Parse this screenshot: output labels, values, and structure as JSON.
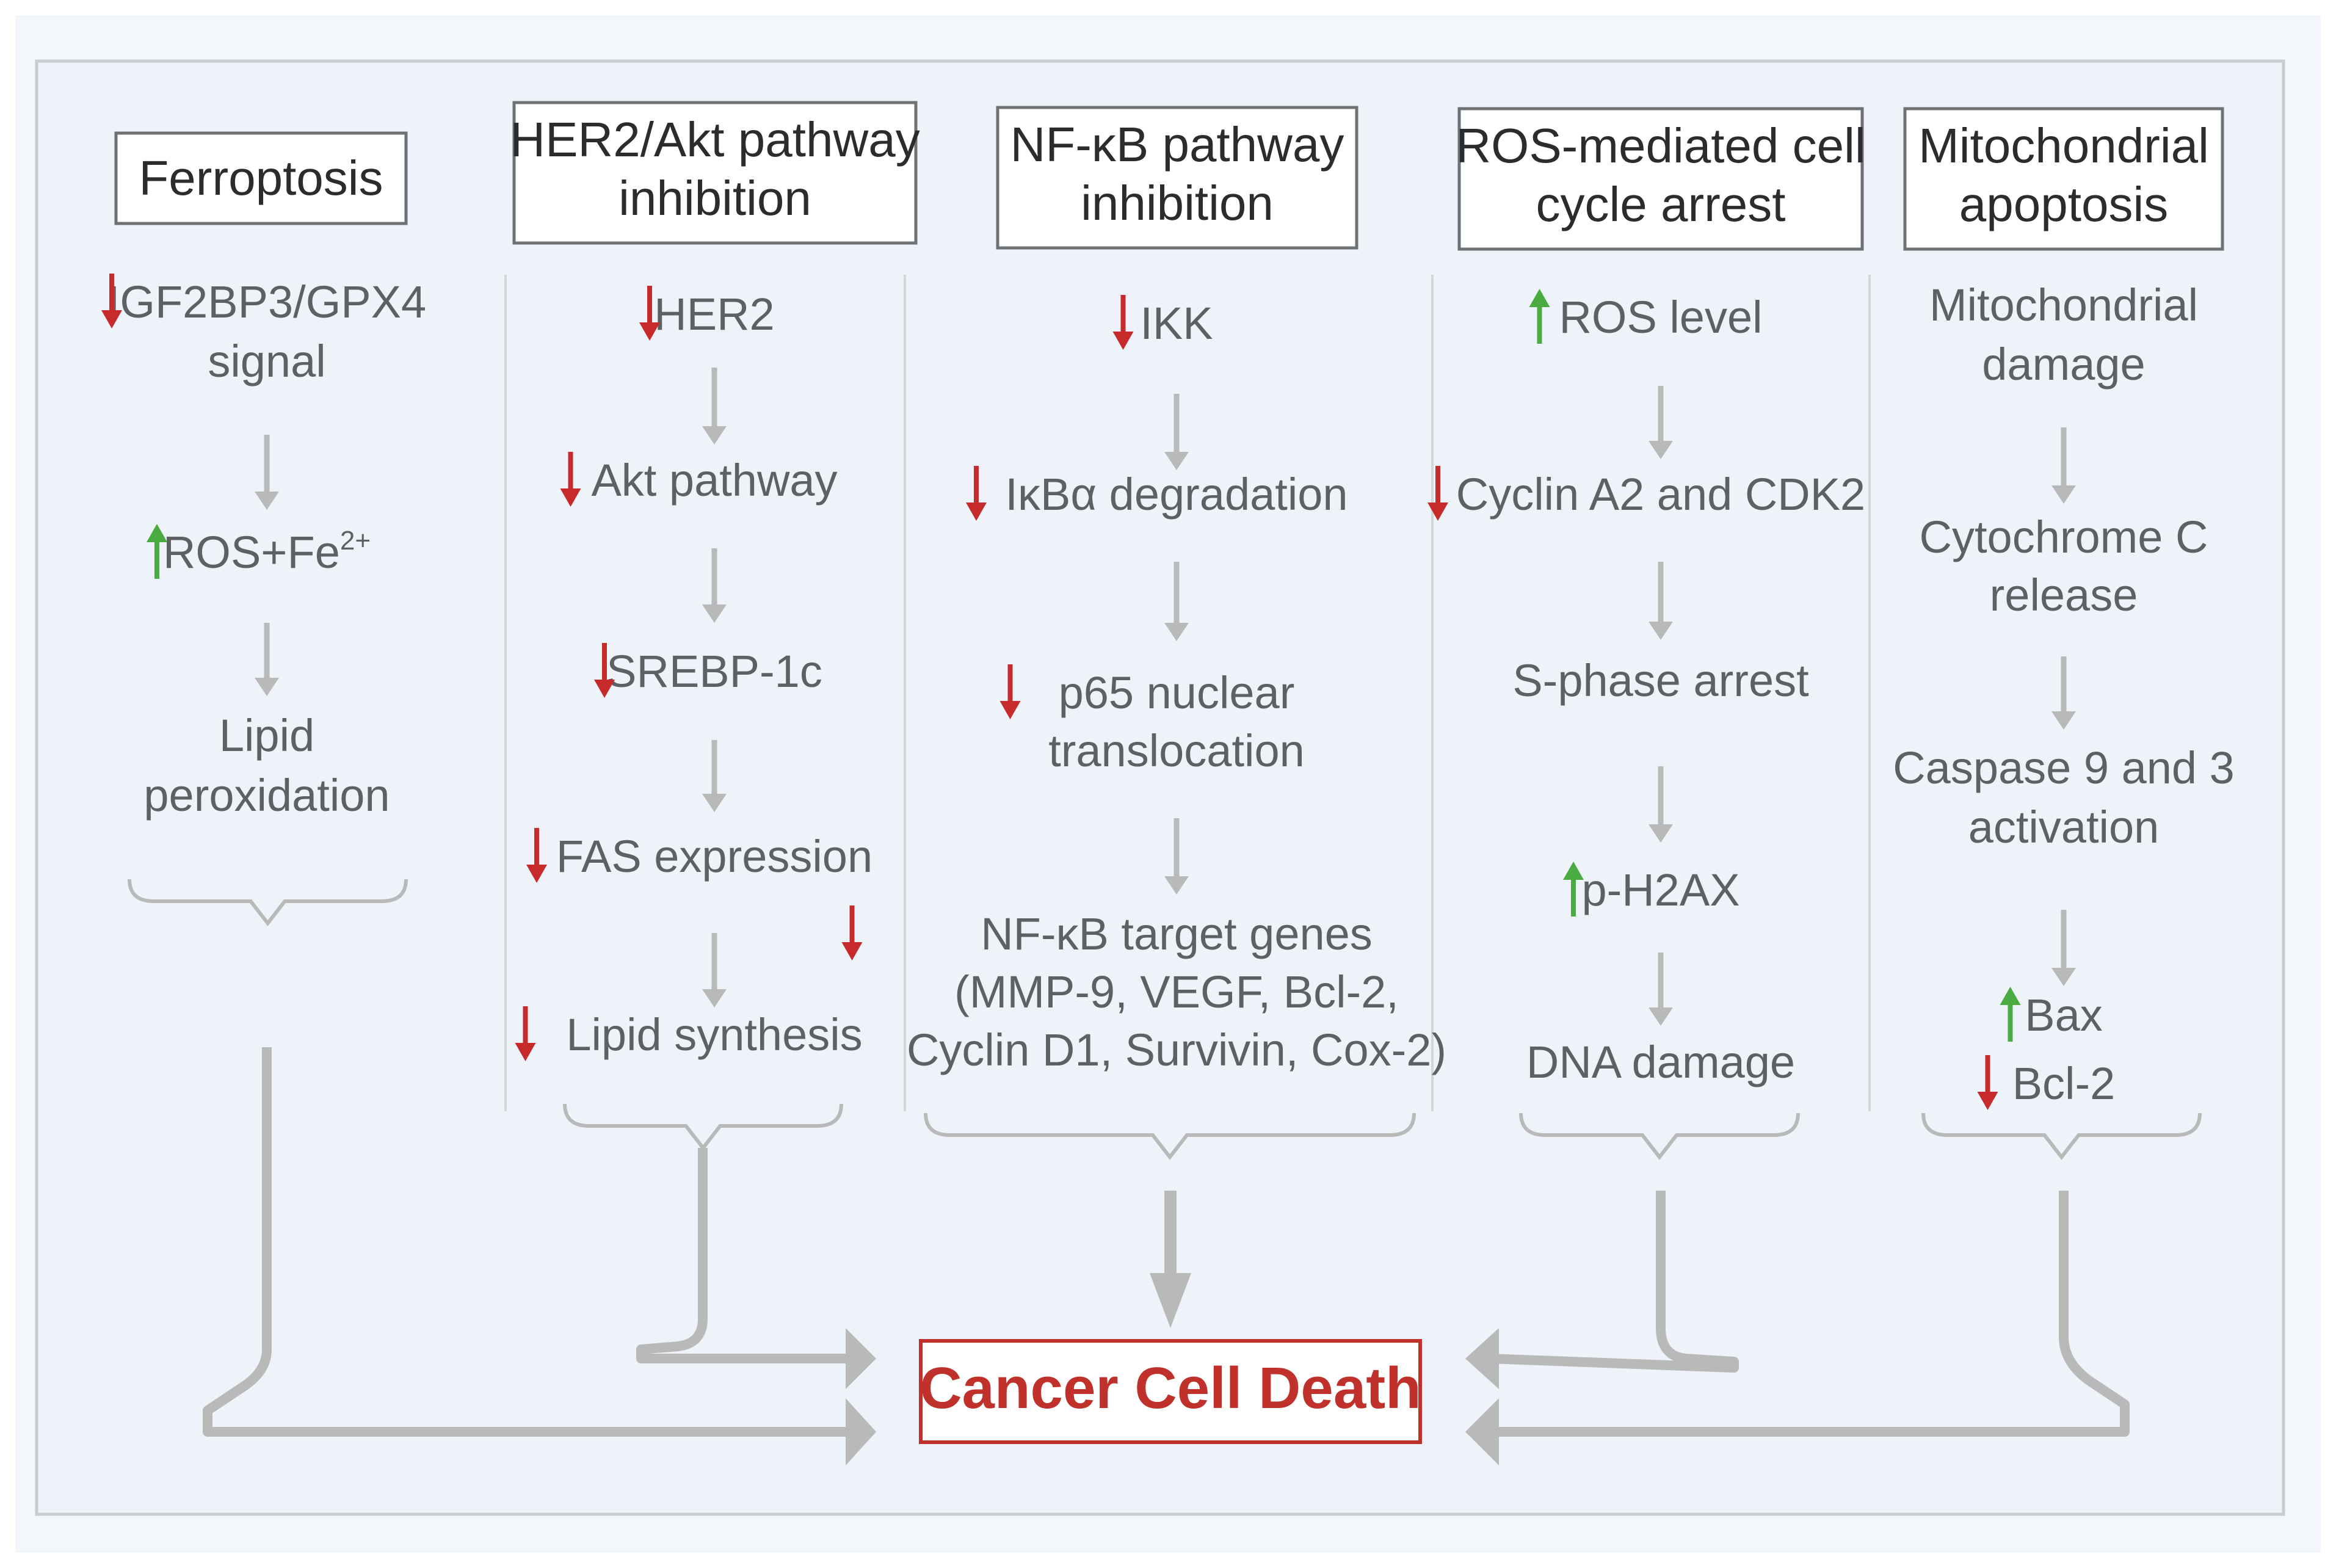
{
  "colors": {
    "background": "#edf3f9",
    "border": "#c9cdd1",
    "text": "#5e6163",
    "arrow": "#b9b9b9",
    "down_arrow": "#c62a2a",
    "up_arrow": "#4aab41",
    "death": "#c0312b"
  },
  "columns": [
    {
      "title": [
        "Ferroptosis"
      ],
      "steps": [
        {
          "lines": [
            "IGF2BP3/GPX4",
            "signal"
          ],
          "mark": "down"
        },
        {
          "lines": [
            "ROS+Fe"
          ],
          "sup": "2+",
          "mark": "up"
        },
        {
          "lines": [
            "Lipid",
            "peroxidation"
          ],
          "mark": null
        }
      ]
    },
    {
      "title": [
        "HER2/Akt pathway",
        "inhibition"
      ],
      "steps": [
        {
          "lines": [
            "HER2"
          ],
          "mark": "down"
        },
        {
          "lines": [
            "Akt pathway"
          ],
          "mark": "down"
        },
        {
          "lines": [
            "SREBP-1c"
          ],
          "mark": "down"
        },
        {
          "lines": [
            "FAS expression"
          ],
          "mark": "down"
        },
        {
          "lines": [
            "Lipid synthesis"
          ],
          "mark": "down"
        }
      ]
    },
    {
      "title": [
        "NF-κB pathway",
        "inhibition"
      ],
      "steps": [
        {
          "lines": [
            "IKK"
          ],
          "mark": "down"
        },
        {
          "lines": [
            "IκBα degradation"
          ],
          "mark": "down"
        },
        {
          "lines": [
            "p65 nuclear",
            "translocation"
          ],
          "mark": "down"
        },
        {
          "lines": [
            "NF-κB target genes",
            "(MMP-9, VEGF, Bcl-2,",
            "Cyclin D1, Survivin, Cox-2)"
          ],
          "mark": "down"
        }
      ]
    },
    {
      "title": [
        "ROS-mediated cell",
        "cycle arrest"
      ],
      "steps": [
        {
          "lines": [
            "ROS level"
          ],
          "mark": "up"
        },
        {
          "lines": [
            "Cyclin A2 and CDK2"
          ],
          "mark": "down"
        },
        {
          "lines": [
            "S-phase arrest"
          ],
          "mark": null
        },
        {
          "lines": [
            "p-H2AX"
          ],
          "mark": "up"
        },
        {
          "lines": [
            "DNA damage"
          ],
          "mark": null
        }
      ]
    },
    {
      "title": [
        "Mitochondrial",
        "apoptosis"
      ],
      "steps": [
        {
          "lines": [
            "Mitochondrial",
            "damage"
          ],
          "mark": null
        },
        {
          "lines": [
            "Cytochrome C",
            "release"
          ],
          "mark": null
        },
        {
          "lines": [
            "Caspase 9 and 3",
            "activation"
          ],
          "mark": null
        },
        {
          "lines": [
            "Bax"
          ],
          "mark": "up"
        },
        {
          "lines": [
            "Bcl-2"
          ],
          "mark": "down"
        }
      ]
    }
  ],
  "outcome": "Cancer Cell Death"
}
